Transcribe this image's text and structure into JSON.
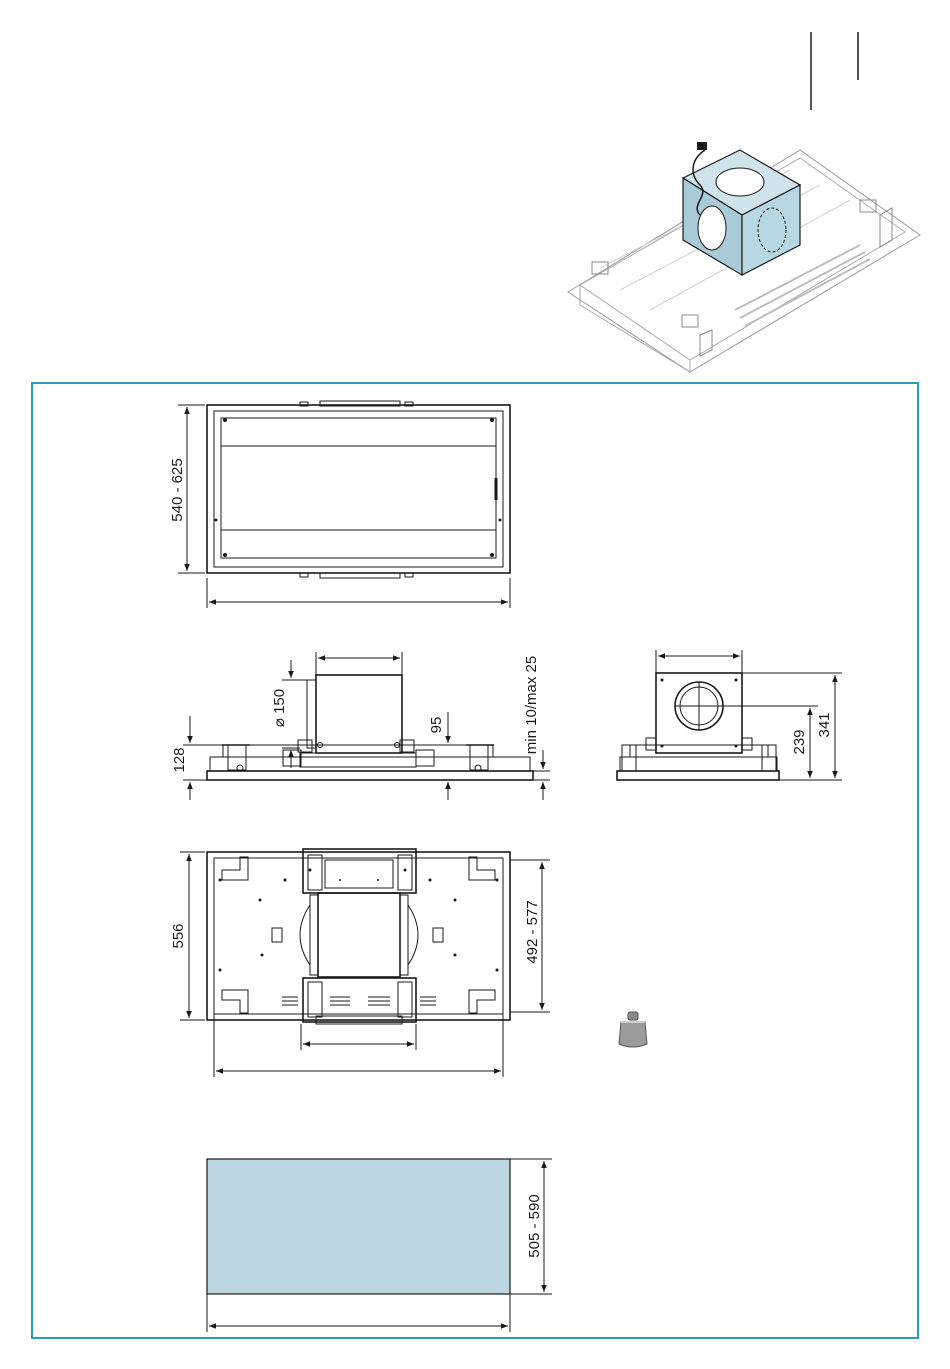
{
  "header": {
    "page_marks": [
      "",
      ""
    ]
  },
  "colors": {
    "frame": "#2a9db0",
    "motor_fill": "#b7d7e2",
    "cutout_fill": "#bcd6df",
    "line": "#1a1a1a"
  },
  "views": {
    "top_view": {
      "depth_label": "540 - 625"
    },
    "side_view": {
      "duct_label": "⌀ 150",
      "body_height_label": "128",
      "offset_label": "95",
      "adjust_label": "min 10/max 25"
    },
    "end_view": {
      "axis_height_label": "239",
      "total_height_label": "341"
    },
    "bottom_view": {
      "depth_label": "556",
      "fixing_label": "492 - 577"
    },
    "cutout_view": {
      "depth_label": "505 - 590"
    }
  },
  "icons": {
    "weight": "weight-icon"
  }
}
